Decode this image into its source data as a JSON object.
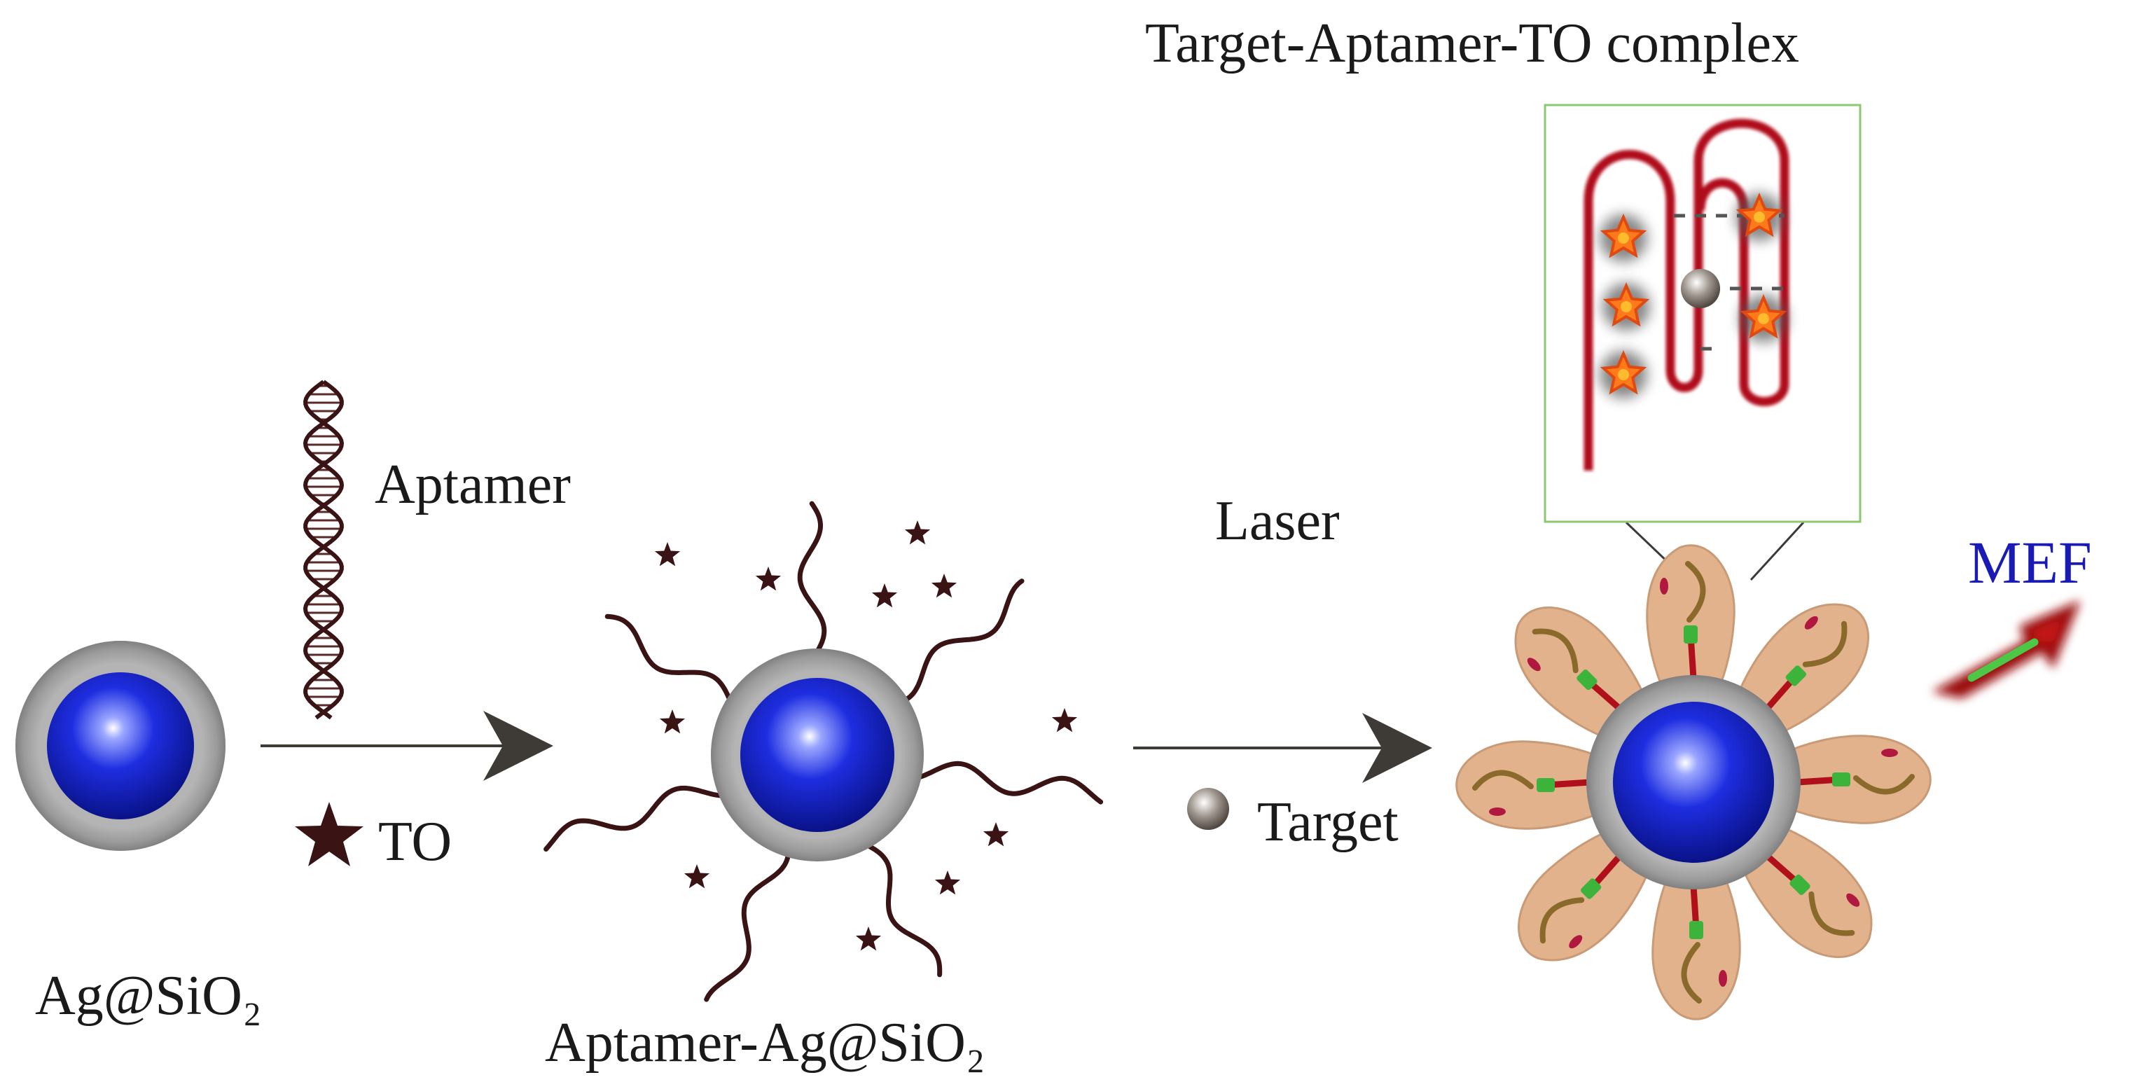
{
  "labels": {
    "ag_sio2": "Ag@SiO₂",
    "aptamer": "Aptamer",
    "to": "TO",
    "aptamer_ag_sio2": "Aptamer-Ag@SiO₂",
    "laser": "Laser",
    "target": "Target",
    "complex_title": "Target-Aptamer-TO complex",
    "mef": "MEF"
  },
  "colors": {
    "core_blue": "#1020c8",
    "shell_gray": "#9a9a9a",
    "strand": "#3a1414",
    "petal": "#e2b28c",
    "hairpin": "#b0101a",
    "dye_orange": "#ff7a1a",
    "mef_blue": "#1a1ab4",
    "frame_green": "#8cc870",
    "arrow_gray": "#3e3a36"
  }
}
